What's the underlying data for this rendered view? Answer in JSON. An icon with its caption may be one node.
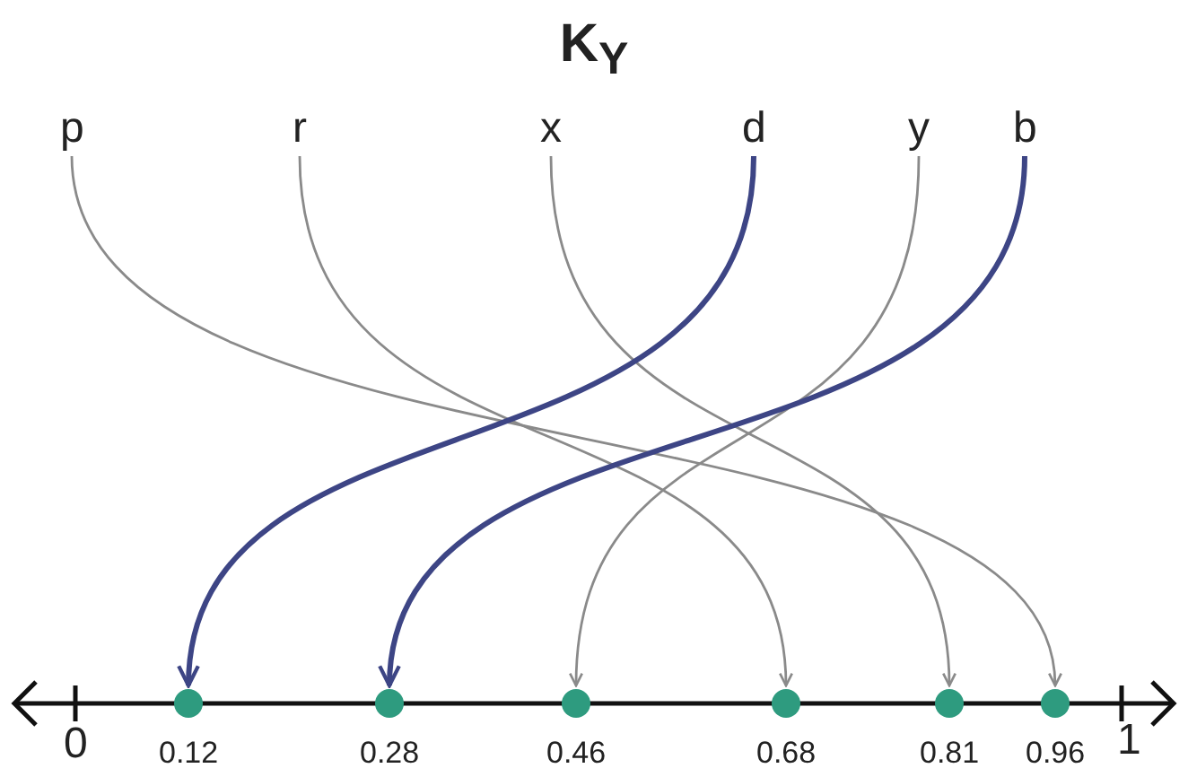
{
  "diagram": {
    "title": "K$_{Y}$",
    "nodes": [
      {
        "text": [
          "p"
        ]
      },
      {
        "text": [
          "r"
        ]
      },
      {
        "text": [
          "x"
        ]
      },
      {
        "text": [
          "d"
        ]
      },
      {
        "text": [
          "y"
        ]
      },
      {
        "text": [
          "b"
        ]
      },
      {
        "text": [],
        "shape": "circle",
        "beside": [
          "0.12"
        ]
      },
      {
        "text": [],
        "shape": "circle",
        "beside": [
          "0.28"
        ]
      },
      {
        "text": [],
        "shape": "circle",
        "beside": [
          "0.46"
        ]
      },
      {
        "text": [],
        "shape": "circle",
        "beside": [
          "0.68"
        ]
      },
      {
        "text": [],
        "shape": "circle",
        "beside": [
          "0.81"
        ]
      },
      {
        "text": [],
        "shape": "circle",
        "beside": [
          "0.96"
        ]
      }
    ],
    "edges": [
      {
        "from": 0,
        "to": 11,
        "arrow": "to"
      },
      {
        "from": 1,
        "to": 9,
        "arrow": "to"
      },
      {
        "from": 2,
        "to": 10,
        "arrow": "to"
      },
      {
        "from": 3,
        "to": 6,
        "arrow": "to",
        "style": "thick",
        "color": "#3d4585"
      },
      {
        "from": 4,
        "to": 8,
        "arrow": "to"
      },
      {
        "from": 5,
        "to": 7,
        "arrow": "to",
        "style": "thick",
        "color": "#3d4585"
      }
    ],
    "labels": [
      "0",
      "1"
    ]
  }
}
